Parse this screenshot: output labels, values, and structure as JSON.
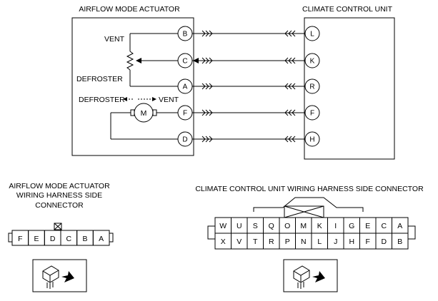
{
  "actuator": {
    "title": "AIRFLOW MODE ACTUATOR",
    "vent_label": "VENT",
    "defroster_label": "DEFROSTER",
    "motor_label": "M",
    "direction": {
      "left": "DEFROSTER",
      "right": "VENT"
    },
    "pins": [
      "B",
      "C",
      "A",
      "F",
      "D"
    ]
  },
  "ccu": {
    "title": "CLIMATE CONTROL UNIT",
    "pins": [
      "L",
      "K",
      "R",
      "F",
      "H"
    ]
  },
  "actuator_connector": {
    "title_lines": [
      "AIRFLOW MODE ACTUATOR",
      "WIRING HARNESS SIDE",
      "CONNECTOR"
    ],
    "cells": [
      "F",
      "E",
      "D",
      "C",
      "B",
      "A"
    ]
  },
  "ccu_connector": {
    "title": "CLIMATE CONTROL UNIT WIRING HARNESS SIDE CONNECTOR",
    "top_row": [
      "W",
      "U",
      "S",
      "Q",
      "O",
      "M",
      "K",
      "I",
      "G",
      "E",
      "C",
      "A"
    ],
    "bottom_row": [
      "X",
      "V",
      "T",
      "R",
      "P",
      "N",
      "L",
      "J",
      "H",
      "F",
      "D",
      "B"
    ]
  }
}
